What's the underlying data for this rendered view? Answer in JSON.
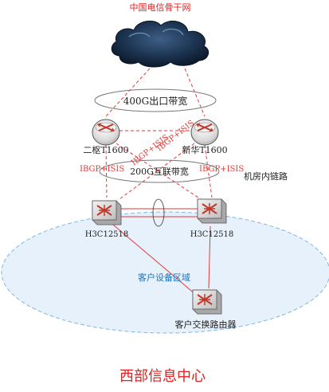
{
  "diagram": {
    "backbone_label": "中国电信骨干网",
    "egress_bandwidth_label": "400G出口带宽",
    "router_left_label": "二枢T1600",
    "router_right_label": "新华T1600",
    "interconnect_bandwidth_label": "200G互联带宽",
    "protocol_labels": [
      "IBGP+ISIS",
      "IBGP+ISIS",
      "IBGP+ISIS",
      "IBGP+ISIS"
    ],
    "intra_room_link_label": "机房内链路",
    "switch_left_label": "H3C12518",
    "switch_right_label": "H3C12518",
    "customer_zone_label": "客户设备区域",
    "customer_router_label": "客户交换路由器",
    "center_title": "西部信息中心"
  },
  "colors": {
    "link_red": "#e23a3a",
    "title_red": "#e02020",
    "zone_fill": "#e6f1fb",
    "zone_border": "#7fb7e6",
    "zone_label_blue": "#1e6fb8",
    "cloud_dark": "#172a40",
    "ellipse_stroke": "#777777"
  }
}
